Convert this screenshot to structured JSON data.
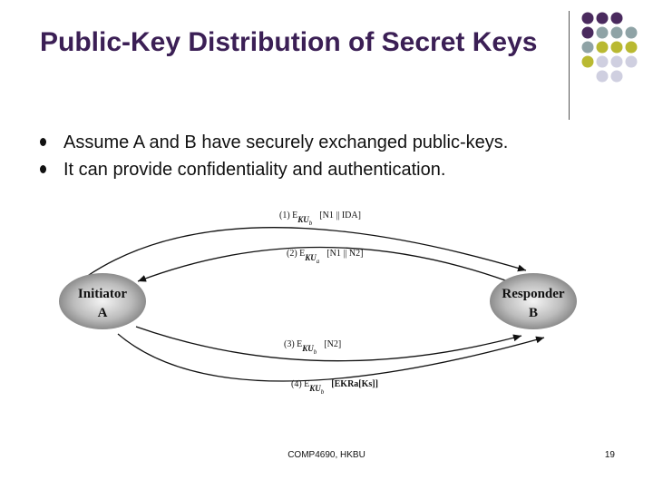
{
  "slide": {
    "title": "Public-Key Distribution of Secret Keys",
    "bullets": [
      "Assume A and B have securely exchanged public-keys.",
      "It can provide confidentiality and authentication."
    ],
    "footer": "COMP4690, HKBU",
    "page_number": "19"
  },
  "diagram": {
    "initiator": {
      "line1": "Initiator",
      "line2": "A"
    },
    "responder": {
      "line1": "Responder",
      "line2": "B"
    },
    "messages": [
      {
        "step": "(1) E",
        "key": "KU",
        "key_sub": "b",
        "payload": "[N1 || IDA]"
      },
      {
        "step": "(2) E",
        "key": "KU",
        "key_sub": "a",
        "payload": "[N1 || N2]"
      },
      {
        "step": "(3) E",
        "key": "KU",
        "key_sub": "b",
        "payload": "[N2]"
      },
      {
        "step": "(4) E",
        "key": "KU",
        "key_sub": "b",
        "payload": "[EKRa[Ks]]"
      }
    ]
  },
  "colors": {
    "title": "#3b1f55",
    "dot_purple": "#4a2a5e",
    "dot_teal": "#8fa3a6",
    "dot_olive": "#b9b931",
    "dot_lavender": "#cfcfe0"
  }
}
